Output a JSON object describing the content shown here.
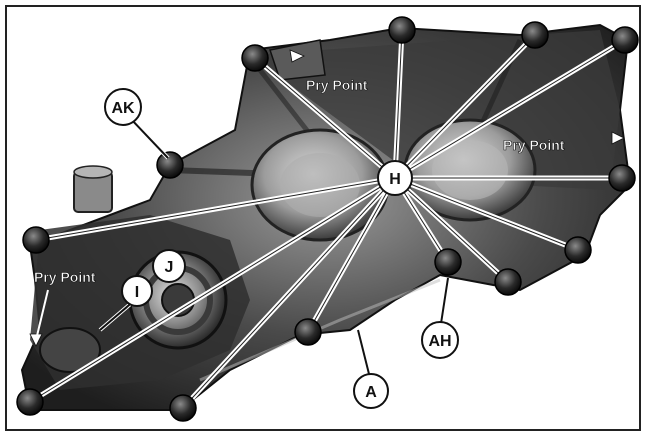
{
  "diagram": {
    "image_subject": "transfer-case-housing-bolt-pattern",
    "callouts": {
      "h": "H",
      "ak": "AK",
      "j": "J",
      "i": "I",
      "ah": "AH",
      "a": "A"
    },
    "pry_points": {
      "top": "Pry Point",
      "right": "Pry Point",
      "left": "Pry Point"
    },
    "colors": {
      "housing_dark": "#2b2b2b",
      "housing_mid": "#6a6a6a",
      "housing_light": "#b9b9b9",
      "leader_line": "#ffffff",
      "callout_fill": "#ffffff",
      "callout_stroke": "#111111"
    }
  }
}
